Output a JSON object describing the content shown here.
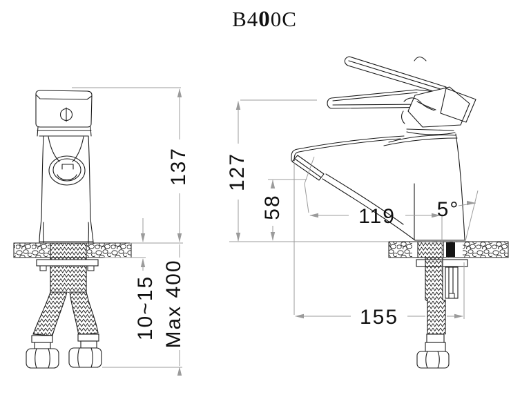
{
  "title": {
    "prefix": "B4",
    "bold_zero": "0",
    "suffix": "0C"
  },
  "dimensions": {
    "front_total_height": "137",
    "side_total_height": "127",
    "spout_outlet_height": "58",
    "spout_reach": "119",
    "spout_angle": "5°",
    "overall_depth": "155",
    "deck_thickness_range": "10~15",
    "max_hose_length": "Max 400"
  },
  "colors": {
    "drawing_line": "#1b1b1b",
    "dimension_line": "#9b9b9b",
    "text": "#101010"
  }
}
